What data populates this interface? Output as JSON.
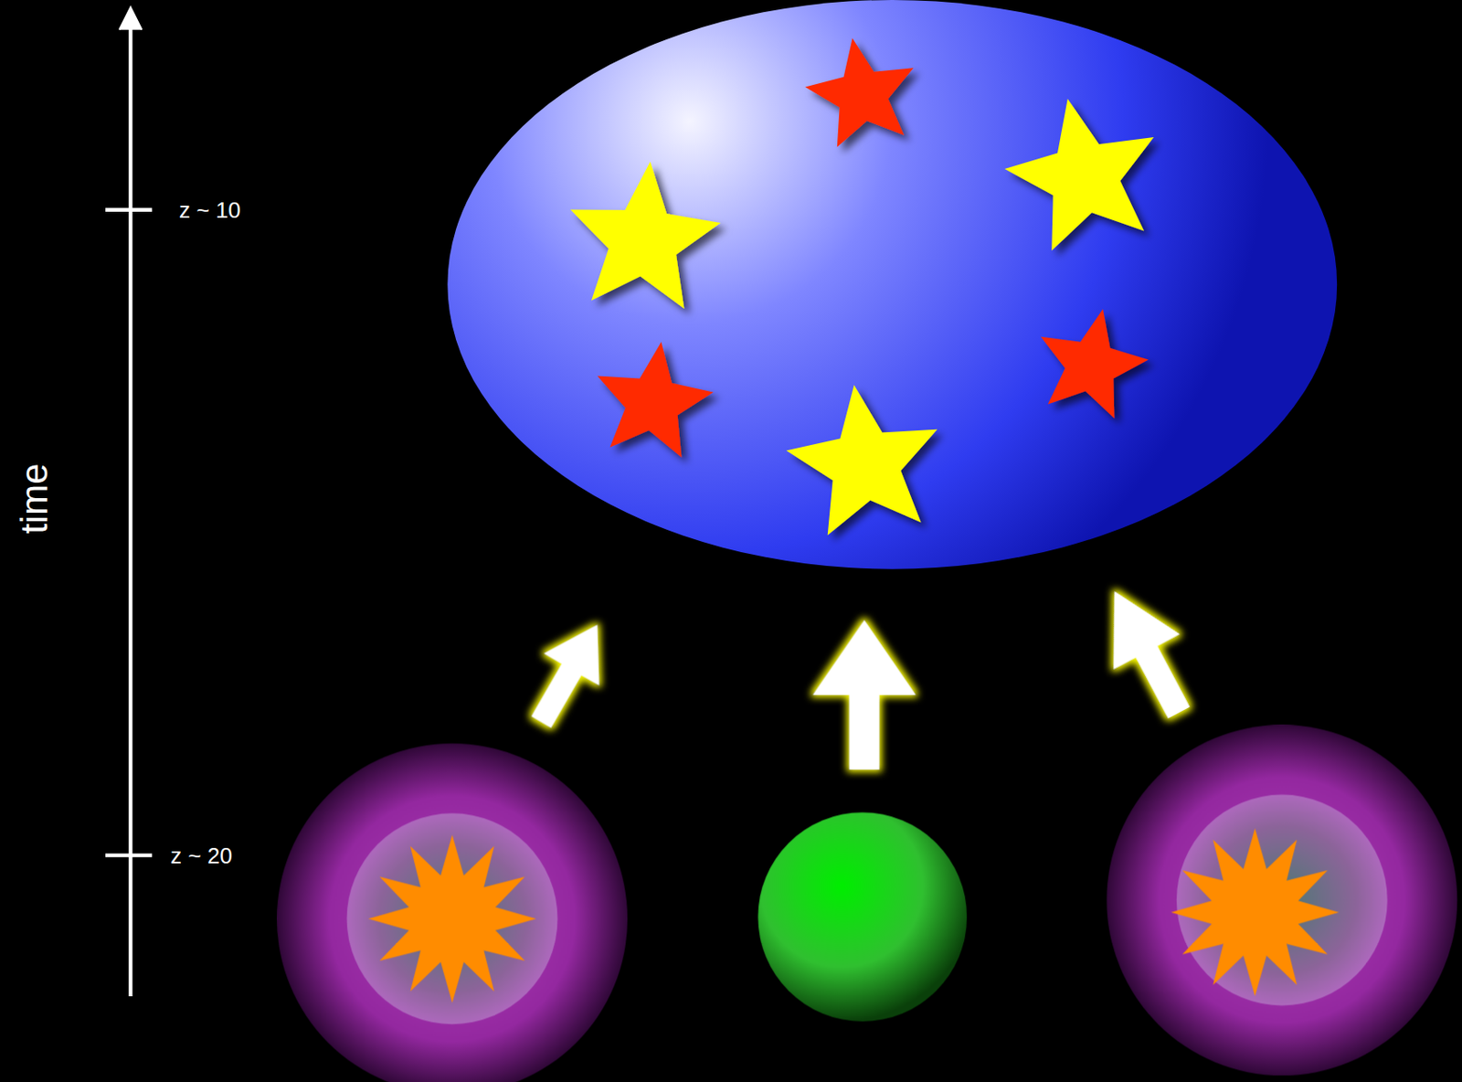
{
  "diagram": {
    "labels": [
      "time",
      "z ~ 10",
      "z ~ 20"
    ]
  }
}
